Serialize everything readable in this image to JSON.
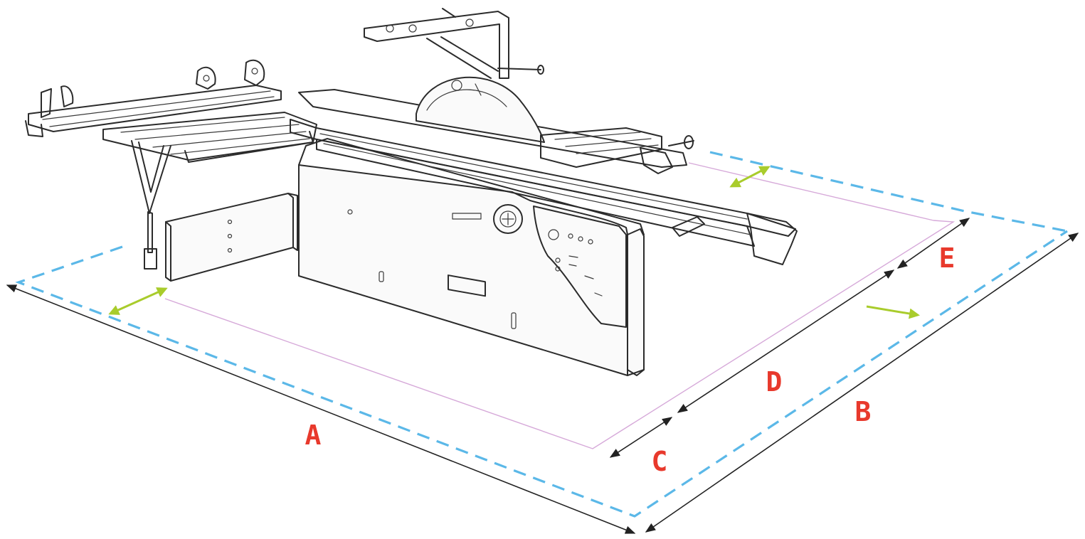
{
  "colors": {
    "dimension_label": "#e8392c",
    "safety_zone_dashed": "#5bb8e8",
    "working_zone_line": "#d6a9d9",
    "movement_arrow": "#a9cc2c",
    "dimension_line": "#222222",
    "line_art": "#2b2b2b"
  },
  "labels": {
    "A": "A",
    "B": "B",
    "C": "C",
    "D": "D",
    "E": "E"
  },
  "icons": {
    "machine": "sliding-panel-saw-line-drawing",
    "arrow": "double-headed-arrow"
  }
}
